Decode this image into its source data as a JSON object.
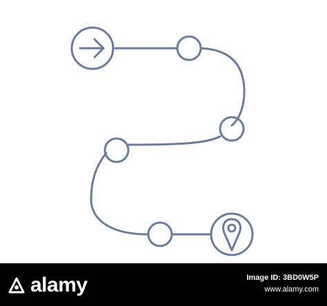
{
  "colors": {
    "line": "#6b7b9c",
    "background": "#ffffff",
    "footer": "#000000"
  },
  "route_icon": {
    "start_icon": "arrow-right-icon",
    "end_icon": "map-pin-icon",
    "waypoint_count": 4
  },
  "footer": {
    "logo_text": "alamy",
    "image_id_label": "Image ID: 3BD0W5P",
    "site": "www.alamy.com"
  }
}
